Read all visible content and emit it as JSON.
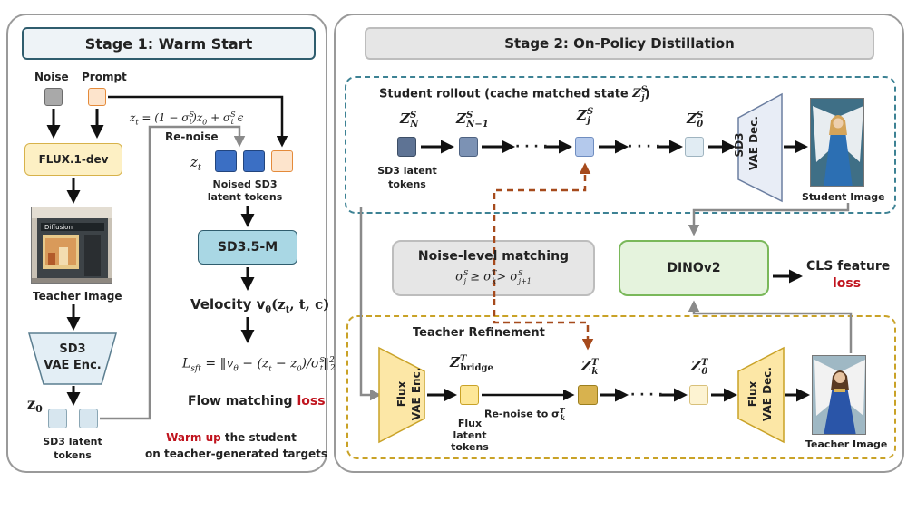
{
  "stage1": {
    "title": "Stage 1:  Warm Start",
    "noise_label": "Noise",
    "prompt_label": "Prompt",
    "flux_model": "FLUX.1-dev",
    "teacher_image_label": "Teacher Image",
    "teacher_image_shopfront_text": "Diffusion",
    "vae_enc_line1": "SD3",
    "vae_enc_line2": "VAE Enc.",
    "z0": "z",
    "z0_sub": "0",
    "sd3_latent_label_1": "SD3 latent",
    "sd3_latent_label_2": "tokens",
    "renoise_formula_lhs": "z",
    "renoise_formula_rhs": "= (1 − σ",
    "renoise_label": "Re-noise",
    "zt": "z",
    "zt_sub": "t",
    "noised_label_1": "Noised SD3",
    "noised_label_2": "latent tokens",
    "student_model": "SD3.5-M",
    "velocity_label": "Velocity v",
    "velocity_args": "(z",
    "flow_loss_prefix": "Flow matching ",
    "flow_loss_word": "loss",
    "warmup_word": "Warm up",
    "warmup_rest": " the student",
    "warmup_line2": "on teacher-generated targets"
  },
  "stage2": {
    "title": "Stage 2: On-Policy Distillation",
    "rollout_title": "Student rollout (cache matched state ",
    "sd3_latent_label_1": "SD3 latent",
    "sd3_latent_label_2": "tokens",
    "student_vae_line1": "SD3",
    "student_vae_line2": "VAE Dec.",
    "student_image_label": "Student Image",
    "noise_matching_title": "Noise-level matching",
    "dino_model": "DINOv2",
    "cls_feature": "CLS feature",
    "cls_loss": "loss",
    "teacher_refinement_title": "Teacher Refinement",
    "flux_enc_line1": "Flux",
    "flux_enc_line2": "VAE Enc.",
    "flux_latent_label_1": "Flux",
    "flux_latent_label_2": "latent",
    "flux_latent_label_3": "tokens",
    "renoise_to": "Re-noise to σ",
    "flux_dec_line1": "Flux",
    "flux_dec_line2": "VAE Dec.",
    "teacher_image_label": "Teacher Image",
    "dots": "· · · ·"
  },
  "colors": {
    "teal_border": "#3d8294",
    "gold_border": "#c9a227",
    "dark_red": "#a64a1c",
    "loss_red": "#c0141e",
    "flux_box_fill": "#fdf0c4",
    "sd3_box_fill": "#a9d7e4",
    "dino_fill": "#e5f3dd",
    "dino_border": "#7ab85a",
    "gray_box": "#e6e6e6"
  },
  "icons": [
    "arrow-icon",
    "trapezoid-encoder-icon",
    "trapezoid-decoder-icon",
    "latent-token-icon"
  ]
}
